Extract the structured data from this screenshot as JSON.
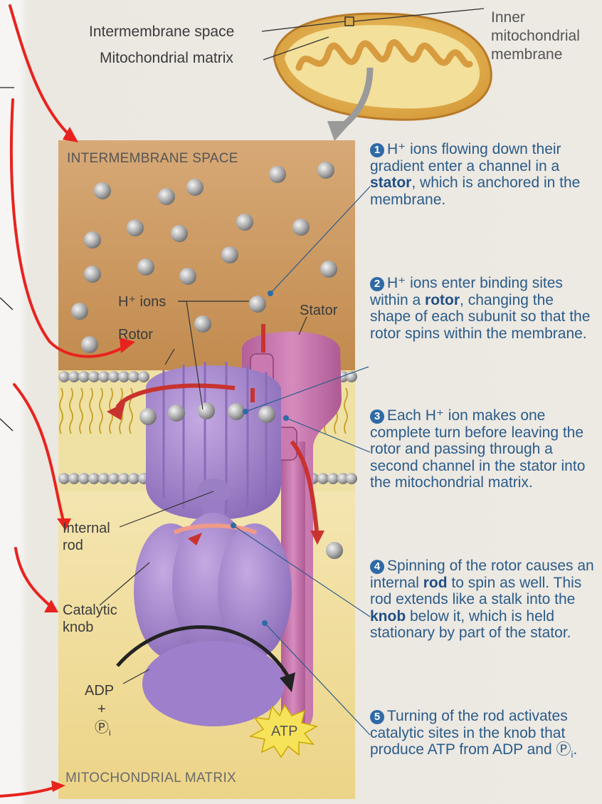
{
  "labels": {
    "intermembrane_space": "Intermembrane space",
    "mitochondrial_matrix": "Mitochondrial matrix",
    "inner_membrane": [
      "Inner",
      "mitochondrial",
      "membrane"
    ],
    "panel_top": "INTERMEMBRANE SPACE",
    "panel_bottom": "MITOCHONDRIAL MATRIX",
    "h_ions": "H⁺ ions",
    "stator": "Stator",
    "rotor": "Rotor",
    "internal_rod": [
      "Internal",
      "rod"
    ],
    "catalytic_knob": [
      "Catalytic",
      "knob"
    ],
    "adp": "ADP",
    "plus": "+",
    "pi": "Ⓟ",
    "pi_sub": "i",
    "atp": "ATP"
  },
  "steps": [
    {
      "num": "1",
      "parts": [
        {
          "t": "H⁺ ions flowing down their gradient enter a channel in a "
        },
        {
          "t": "stator",
          "b": true
        },
        {
          "t": ", which is anchored in the membrane."
        }
      ]
    },
    {
      "num": "2",
      "parts": [
        {
          "t": "H⁺ ions enter binding sites within a "
        },
        {
          "t": "rotor",
          "b": true
        },
        {
          "t": ", changing the shape of each subunit so that the rotor spins within the membrane."
        }
      ]
    },
    {
      "num": "3",
      "parts": [
        {
          "t": "Each H⁺ ion makes one complete turn before leaving the rotor and passing through a second channel in the stator into the mitochondrial matrix."
        }
      ]
    },
    {
      "num": "4",
      "parts": [
        {
          "t": "Spinning of the rotor causes an internal "
        },
        {
          "t": "rod",
          "b": true
        },
        {
          "t": " to spin as well. This rod extends like a stalk into the "
        },
        {
          "t": "knob",
          "b": true
        },
        {
          "t": " below it, which is held stationary by part of the stator."
        }
      ]
    },
    {
      "num": "5",
      "parts": [
        {
          "t": "Turning of the rod activates catalytic sites in the knob that produce ATP from ADP and Ⓟ"
        },
        {
          "t": "i",
          "sub": true
        },
        {
          "t": "."
        }
      ]
    }
  ],
  "colors": {
    "ink_arrows": "#e8231e",
    "step_text": "#2a5c8a",
    "intermembrane": "#c9955a",
    "matrix": "#f0dc98",
    "protein": "#a07ec4",
    "stator": "#c26aa6"
  },
  "icons": [
    "h-ion-sphere",
    "rotation-arrow",
    "atp-burst"
  ]
}
